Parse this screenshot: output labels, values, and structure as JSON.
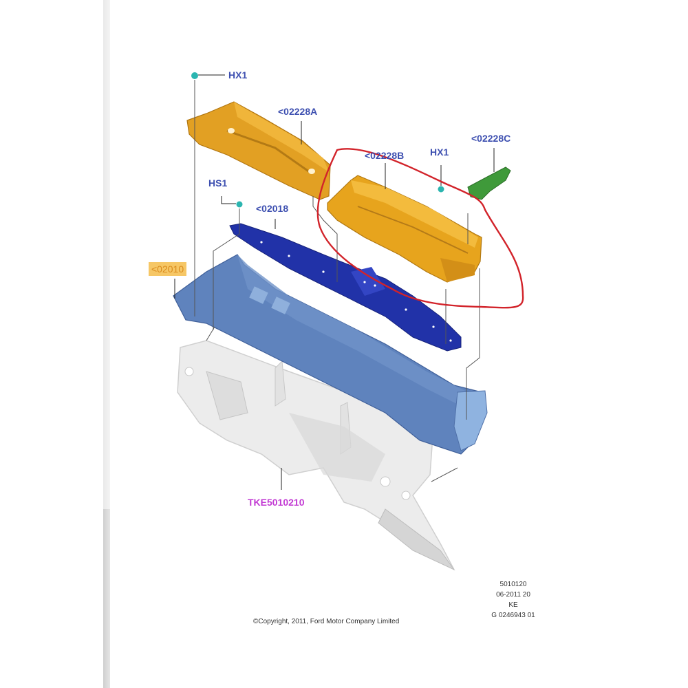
{
  "diagram": {
    "type": "exploded-parts-diagram",
    "subject": "Cowl / dash panel assembly",
    "callouts": {
      "hx1_top": "HX1",
      "part_02228a": "<02228A",
      "part_02228b": "<02228B",
      "hx1_right": "HX1",
      "part_02228c": "<02228C",
      "hs1": "HS1",
      "part_02018": "<02018",
      "part_02010": "<02010",
      "part_tke": "TKE5010210"
    },
    "parts": [
      {
        "id": "02228A",
        "color": "#e3a21f",
        "desc": "left cowl top panel (orange)"
      },
      {
        "id": "02228B",
        "color": "#e8a51c",
        "desc": "right cowl top panel (orange), circled in red"
      },
      {
        "id": "02228C",
        "color": "#3f9a3a",
        "desc": "small green bracket"
      },
      {
        "id": "02018",
        "color": "#1e2fa8",
        "desc": "cowl reinforcement (dark blue)"
      },
      {
        "id": "02010",
        "color": "#5c7fb8",
        "desc": "cowl panel (steel blue)"
      },
      {
        "id": "TKE5010210",
        "color": "#e6e6e6",
        "desc": "dash panel (translucent grey)"
      },
      {
        "id": "HX1",
        "color": "#2bb5b0",
        "desc": "fastener (teal)"
      },
      {
        "id": "HS1",
        "color": "#2bb5b0",
        "desc": "fastener (teal)"
      }
    ],
    "annotation": {
      "shape": "freehand-ellipse",
      "color": "#d2232a",
      "encloses": "02228B"
    }
  },
  "footer": {
    "copyright": "©Copyright, 2011, Ford Motor Company Limited",
    "ref_lines": [
      "5010120",
      "06-2011 20",
      "KE",
      "G 0246943 01"
    ]
  }
}
